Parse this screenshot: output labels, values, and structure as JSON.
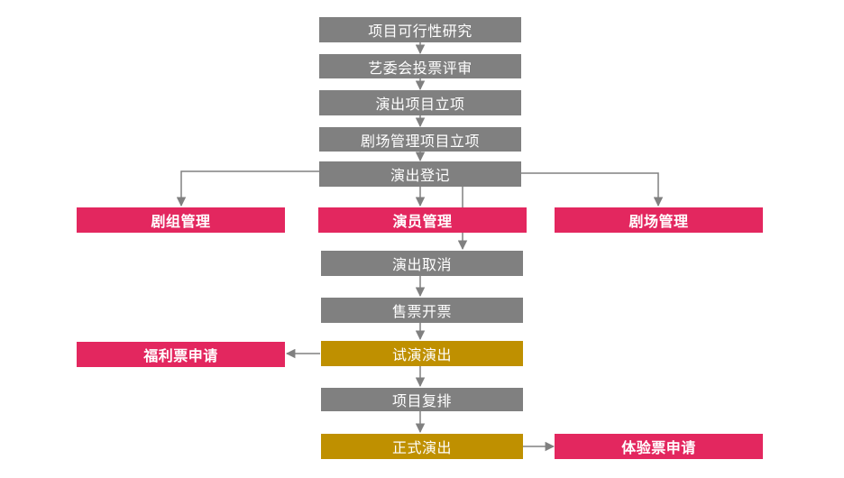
{
  "diagram": {
    "colors": {
      "process": "#808080",
      "milestone": "#bf9000",
      "module": "#e3275f",
      "connector": "#808080"
    },
    "nodes": {
      "feasibility": "项目可行性研究",
      "art_committee": "艺委会投票评审",
      "show_project": "演出项目立项",
      "venue_project": "剧场管理项目立项",
      "registration": "演出登记",
      "crew_mgmt": "剧组管理",
      "actor_mgmt": "演员管理",
      "venue_mgmt": "剧场管理",
      "cancel": "演出取消",
      "ticketing": "售票开票",
      "preview": "试演演出",
      "welfare_ticket": "福利票申请",
      "rearrange": "项目复排",
      "official": "正式演出",
      "experience_ticket": "体验票申请"
    }
  }
}
